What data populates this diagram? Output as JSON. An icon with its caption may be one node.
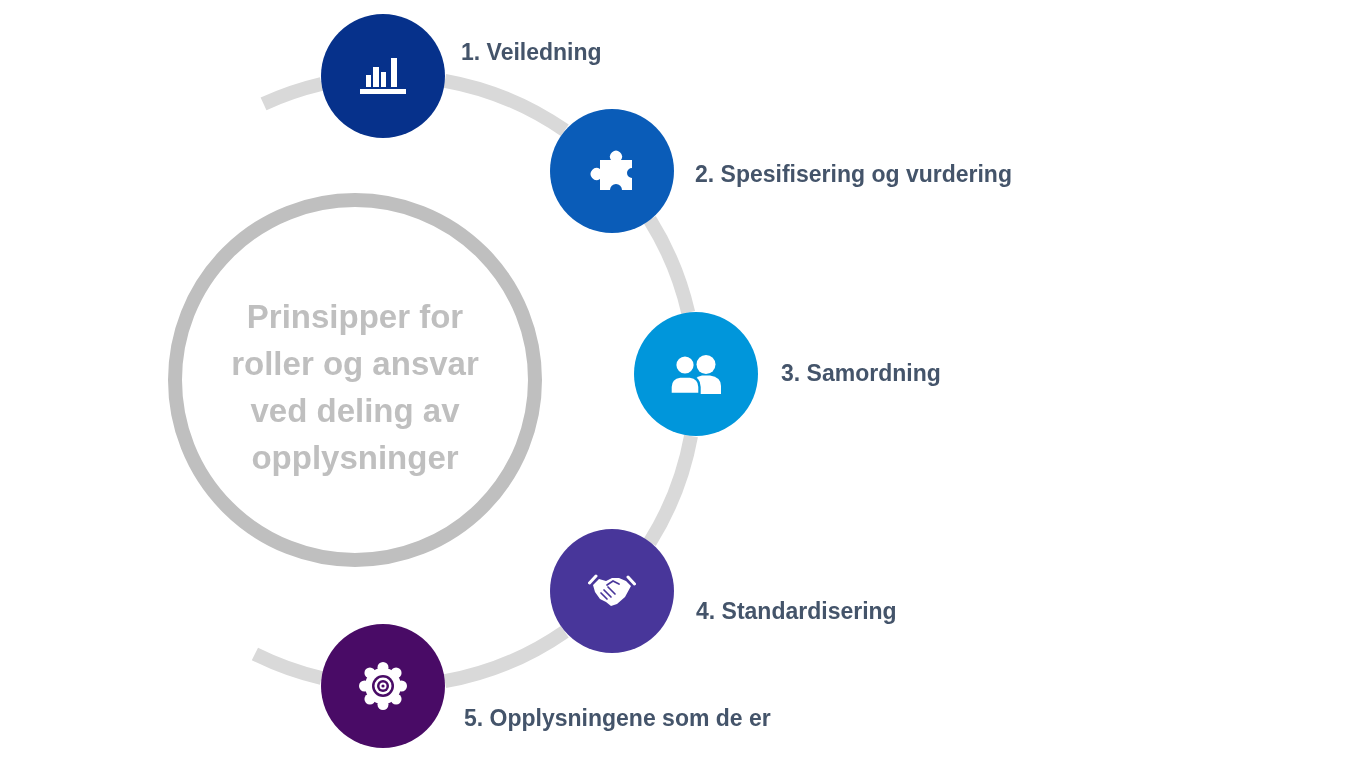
{
  "diagram": {
    "nodes": [
      {
        "text": [
          "Prinsipper for roller og ansvar ved deling av opplysninger"
        ]
      },
      {
        "text": [],
        "shape": "circle",
        "beside": [
          "1. Veiledning"
        ]
      },
      {
        "text": [],
        "shape": "circle",
        "beside": [
          "2. Spesifisering og vurdering"
        ]
      },
      {
        "text": [],
        "shape": "circle",
        "beside": [
          "3. Samordning"
        ]
      },
      {
        "text": [],
        "shape": "circle",
        "beside": [
          "4. Standardisering"
        ]
      },
      {
        "text": [],
        "shape": "circle",
        "beside": [
          "5. Opplysningene som de er"
        ]
      }
    ],
    "edges": [
      {
        "from": null,
        "to": 1,
        "arrow": "none"
      },
      {
        "from": 1,
        "to": 2,
        "arrow": "none"
      },
      {
        "from": 2,
        "to": 3,
        "arrow": "none"
      },
      {
        "from": 3,
        "to": 4,
        "arrow": "none"
      },
      {
        "from": 4,
        "to": 5,
        "arrow": "none"
      },
      {
        "from": 5,
        "to": null,
        "arrow": "none"
      }
    ]
  }
}
